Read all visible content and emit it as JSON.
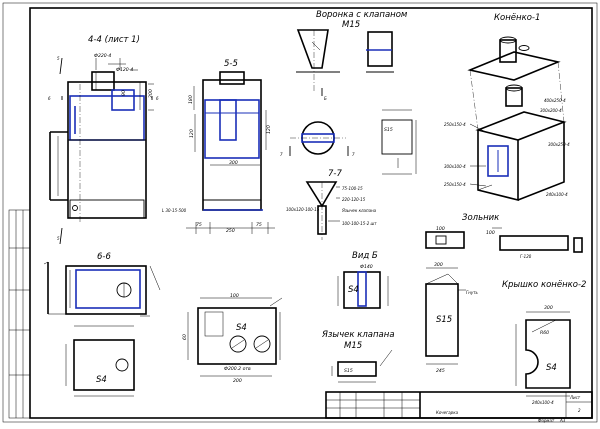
{
  "views": {
    "section_44": "4-4 (лист 1)",
    "section_55": "5-5",
    "section_66": "6-6",
    "section_77": "7-7",
    "funnel": "Воронка с клапаном",
    "funnel_mark": "М15",
    "chimney": "Конёнко-1",
    "ash_drawer": "Зольник",
    "view_b": "Вид Б",
    "valve_tongue": "Язычек клапана",
    "valve_mark": "М15",
    "lid": "Крышко конёнко-2"
  },
  "section_marks": {
    "cut4": "4",
    "cut5": "5",
    "cut6": "6",
    "cut7": "7",
    "arrow_b": "Б"
  },
  "dimensions": {
    "d_pipe_top": "Ф220-4",
    "d_pipe_w": "Ф120-4",
    "h_200": "200",
    "h_90": "90",
    "w_300": "300",
    "w_75a": "75",
    "w_250": "250",
    "w_75b": "75",
    "l_pipe": "L 30-15-500",
    "h_180": "180",
    "h_120": "120",
    "d_140": "Ф140",
    "w_200": "200",
    "w_100": "100",
    "d_200": "Ф200.2 отв",
    "w_60": "60",
    "h_120b": "120",
    "s4": "S4",
    "s15": "S15",
    "w_300b": "300",
    "w_245": "245",
    "w_175": "175",
    "r_60": "R60"
  },
  "notes": {
    "fn_a": "75-100-15",
    "fn_b": "220-120-15",
    "fn_c": "100x120-100-15",
    "fn_d": "Язычек клапана",
    "fn_e": "100-100-15-2 шт",
    "ch_a": "400x250-4",
    "ch_b": "300x200-4",
    "ch_c": "300x250-4",
    "ch_d": "240x100-4",
    "ch_e": "250x150-4",
    "ch_f": "300x100-4",
    "lid_note": "240х100-4",
    "ash_note": "Г-120",
    "bend": "Гнуть"
  },
  "title_block": {
    "stamp": "Кочегарка",
    "format_label": "Формат",
    "format_value": "А3",
    "sheet_label": "Лист",
    "sheet_value": "2"
  }
}
